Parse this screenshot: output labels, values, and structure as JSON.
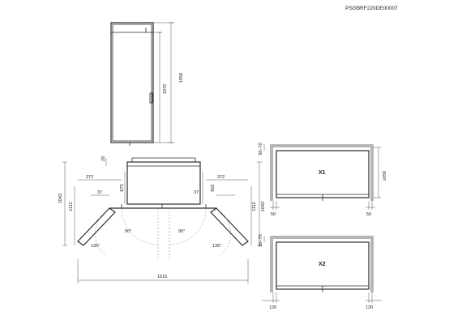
{
  "document_code": "PSGBRF220DE00007",
  "front_view": {
    "height_total": "1950",
    "height_cabinet": "1870"
  },
  "top_view": {
    "depth_top": "28",
    "depth_left": "372",
    "depth_right": "372",
    "door_offset_left": "37",
    "door_offset_right": "37",
    "side_depth_left": "673",
    "side_depth_right": "602",
    "left_depth_outer": "1043",
    "left_depth_inner": "1112",
    "right_depth_outer": "1043",
    "right_depth_inner": "1112",
    "door_angle_left": "90°",
    "door_angle_right": "90°",
    "max_angle_left": "135°",
    "max_angle_right": "135°",
    "total_width": "1515"
  },
  "installation_x1": {
    "label": "X1",
    "top_gap": "50–70",
    "min_depth": "≥550",
    "side_left": "50",
    "side_right": "50"
  },
  "installation_x2": {
    "label": "X2",
    "top_gap": "50–70",
    "side_left": "120",
    "side_right": "120"
  }
}
